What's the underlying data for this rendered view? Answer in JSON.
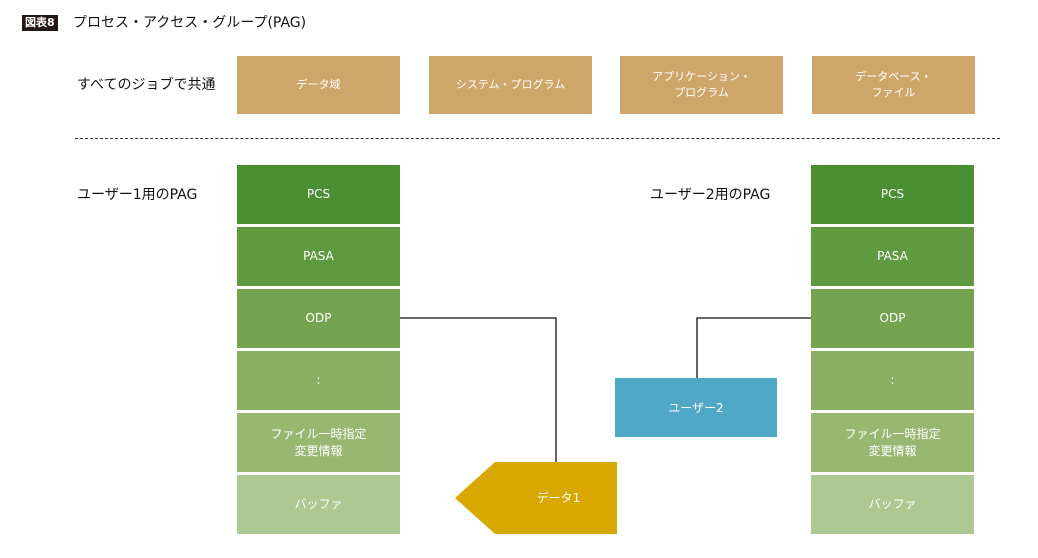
{
  "figure": {
    "badge": "図表8",
    "title": "プロセス・アクセス・グループ(PAG)"
  },
  "shared_row": {
    "label": "すべてのジョブで共通",
    "boxes": [
      {
        "label": "データ域"
      },
      {
        "label": "システム・プログラム"
      },
      {
        "label": "アプリケーション・\nプログラム"
      },
      {
        "label": "データベース・\nファイル"
      }
    ]
  },
  "user1_pag": {
    "label": "ユーザー1用のPAG",
    "blocks": [
      {
        "label": "PCS",
        "color": "#4a8f32"
      },
      {
        "label": "PASA",
        "color": "#5f9a40"
      },
      {
        "label": "ODP",
        "color": "#74a44f"
      },
      {
        "label": ":",
        "color": "#8aae63"
      },
      {
        "label": "ファイル一時指定\n変更情報",
        "color": "#98b872"
      },
      {
        "label": "バッファ",
        "color": "#adc891"
      }
    ]
  },
  "user2_pag": {
    "label": "ユーザー2用のPAG",
    "blocks": [
      {
        "label": "PCS",
        "color": "#4a8f32"
      },
      {
        "label": "PASA",
        "color": "#5f9a40"
      },
      {
        "label": "ODP",
        "color": "#74a44f"
      },
      {
        "label": ":",
        "color": "#8aae63"
      },
      {
        "label": "ファイル一時指定\n変更情報",
        "color": "#98b872"
      },
      {
        "label": "バッファ",
        "color": "#adc891"
      }
    ]
  },
  "data1": {
    "label": "データ1",
    "color": "#d9a800"
  },
  "user2": {
    "label": "ユーザー2",
    "color": "#4fa8c6"
  },
  "colors": {
    "tan": "#cfa66a",
    "connector": "#111111"
  }
}
